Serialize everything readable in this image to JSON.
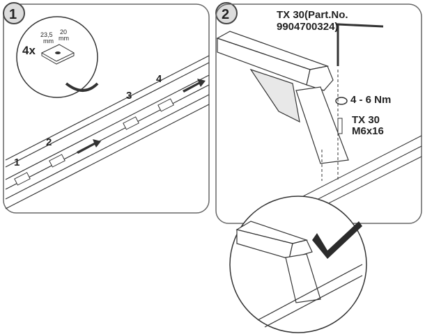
{
  "steps": [
    {
      "number": "1",
      "detail": {
        "quantity": "4x",
        "dim_a": "23,5",
        "dim_a_unit": "mm",
        "dim_b": "20",
        "dim_b_unit": "mm"
      },
      "positions": [
        "1",
        "2",
        "3",
        "4"
      ]
    },
    {
      "number": "2",
      "tool_line1": "TX 30(Part.No.",
      "tool_line2": "9904700324)",
      "torque": "4 - 6 Nm",
      "screw_line1": "TX 30",
      "screw_line2": "M6x16"
    }
  ],
  "colors": {
    "line": "#333333",
    "panel_border": "#555555",
    "check": "#2b2b2b"
  }
}
